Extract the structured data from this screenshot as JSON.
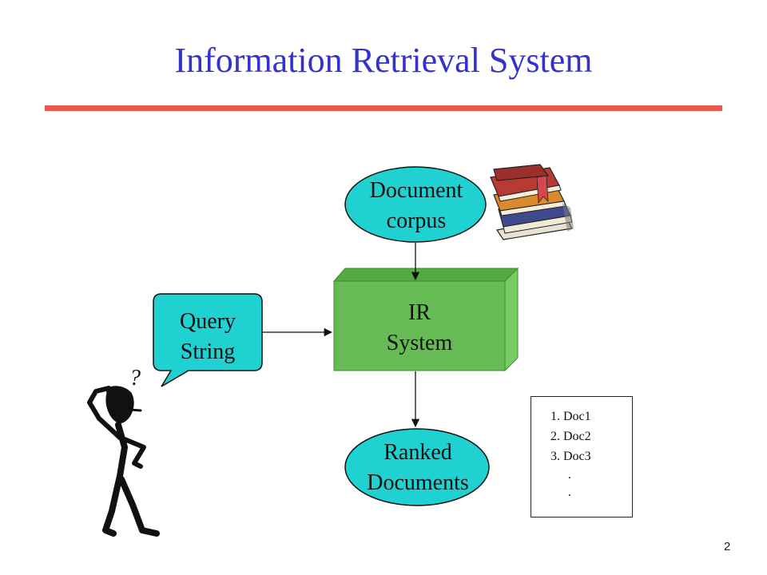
{
  "title": "Information Retrieval System",
  "nodes": {
    "corpus": {
      "line1": "Document",
      "line2": "corpus"
    },
    "ir_system": {
      "line1": "IR",
      "line2": "System"
    },
    "query": {
      "line1": "Query",
      "line2": "String"
    },
    "ranked": {
      "line1": "Ranked",
      "line2": "Documents"
    }
  },
  "ranked_list": {
    "items": [
      "1. Doc1",
      "2. Doc2",
      "3. Doc3"
    ],
    "continuation": [
      ".",
      "."
    ]
  },
  "thinking_mark": "?",
  "page_number": "2",
  "colors": {
    "title": "#3333cc",
    "rule": "#e8584f",
    "ellipse_fill": "#1fd1d1",
    "callout_fill": "#1fd1d1",
    "box_front": "#66bb55",
    "box_top": "#55aa44",
    "box_side": "#77cc66"
  },
  "icons": [
    "books-icon",
    "thinking-person-icon"
  ]
}
